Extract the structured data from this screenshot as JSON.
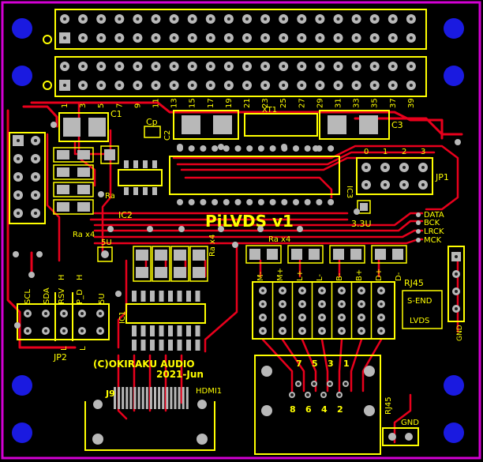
{
  "colors": {
    "background": "#000000",
    "board_outline": "#d400d4",
    "silkscreen": "#ffff00",
    "trace": "#e8001c",
    "pad": "#b8b8b8",
    "mounting_hole": "#1a1ae0"
  },
  "board": {
    "title": "PiLVDS v1",
    "copyright": "(C)OKIRAKU AUDIO",
    "date": "2021-Jun"
  },
  "header": {
    "pin_labels": [
      "1",
      "3",
      "5",
      "7",
      "9",
      "11",
      "13",
      "15",
      "17",
      "19",
      "21",
      "23",
      "25",
      "27",
      "29",
      "31",
      "33",
      "35",
      "37",
      "39"
    ]
  },
  "labels": {
    "c1": "C1",
    "cp": "Cp",
    "c2": "C2",
    "xt1": "XT1",
    "c3": "C3",
    "jp1": "JP1",
    "ic3": "IC3",
    "ic2": "IC2",
    "ic1": "IC1",
    "jp2": "JP2",
    "j9": "J9",
    "hdmi1": "HDMI1",
    "ra_left": "Ra",
    "ra_x4_left": "Ra x4",
    "ra_x4_center": "Ra x4",
    "ra_x4_vertical": "Ra x4",
    "v5_top": "5U",
    "v33": "3.3U",
    "signal_data": "DATA",
    "signal_bck": "BCK",
    "signal_lrck": "LRCK",
    "signal_mck": "MCK",
    "rj45_top": "RJ45",
    "s_end": "S-END",
    "lvds": "LVDS",
    "rj45_side": "RJ45",
    "gnd_side": "GND",
    "gnd_bottom": "GND",
    "scl": "SCL",
    "sda": "SDA",
    "h_top": "H",
    "rsv": "RSV",
    "h_top2": "H",
    "p_d": "P_D",
    "v5_bottom": "5U",
    "l_1": "L",
    "l_2": "L"
  },
  "jp1_pins": [
    "0",
    "1",
    "2",
    "3"
  ],
  "lvds_pairs": [
    "M-",
    "M+",
    "L+",
    "L-",
    "B-",
    "B+",
    "D+",
    "D-"
  ],
  "rj45_pins_top": [
    "7",
    "5",
    "3",
    "1"
  ],
  "rj45_pins_bottom": [
    "8",
    "6",
    "4",
    "2"
  ]
}
